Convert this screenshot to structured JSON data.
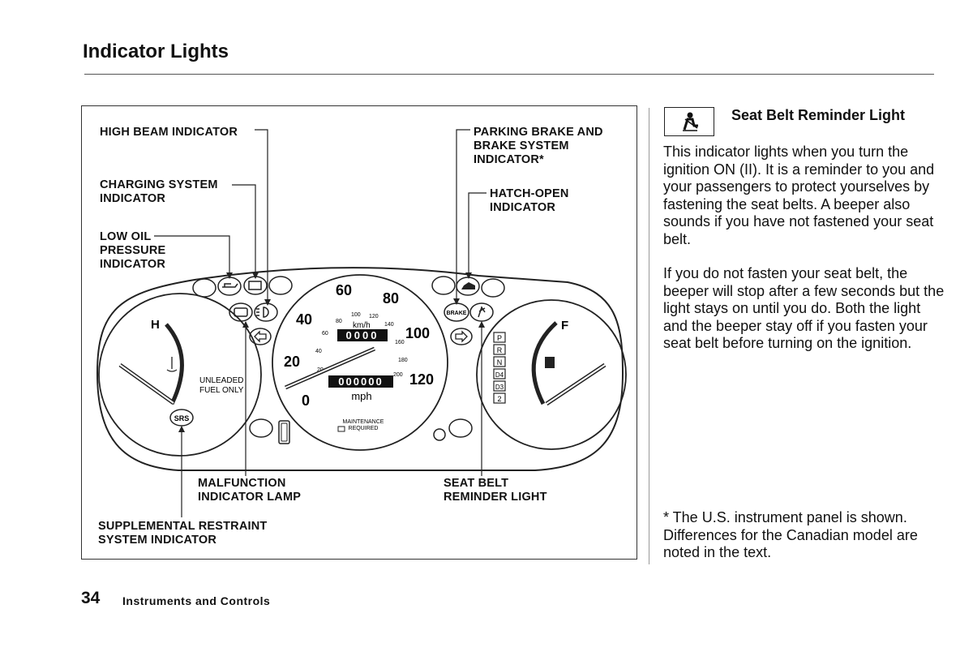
{
  "page": {
    "title": "Indicator Lights",
    "number": "34",
    "section": "Instruments and Controls"
  },
  "callouts": {
    "high_beam": [
      "HIGH BEAM INDICATOR"
    ],
    "charging": [
      "CHARGING SYSTEM",
      "INDICATOR"
    ],
    "low_oil": [
      "LOW OIL",
      "PRESSURE",
      "INDICATOR"
    ],
    "parking_brake": [
      "PARKING BRAKE AND",
      "BRAKE SYSTEM",
      "INDICATOR*"
    ],
    "hatch_open": [
      "HATCH-OPEN",
      "INDICATOR"
    ],
    "malfunction": [
      "MALFUNCTION",
      "INDICATOR LAMP"
    ],
    "seat_belt": [
      "SEAT BELT",
      "REMINDER LIGHT"
    ],
    "srs": [
      "SUPPLEMENTAL RESTRAINT",
      "SYSTEM INDICATOR"
    ]
  },
  "cluster": {
    "temp_hot": "H",
    "fuel_full": "F",
    "fuel_label": [
      "UNLEADED",
      "FUEL ONLY"
    ],
    "srs_label": "SRS",
    "brake_label": "BRAKE",
    "mph_scale": [
      "0",
      "20",
      "40",
      "60",
      "80",
      "100",
      "120"
    ],
    "kmh_scale": [
      "20",
      "40",
      "60",
      "80",
      "100",
      "120",
      "140",
      "160",
      "180",
      "200"
    ],
    "kmh_unit": "km/h",
    "mph_unit": "mph",
    "trip_odometer": "0000",
    "odometer": "000000",
    "maintenance": [
      "MAINTENANCE",
      "REQUIRED"
    ],
    "gears": [
      "P",
      "R",
      "N",
      "D4",
      "D3",
      "2"
    ]
  },
  "section": {
    "heading": "Seat Belt Reminder Light",
    "icon": "seat-belt-icon",
    "paragraphs": [
      "This indicator lights when you turn the ignition ON (II). It is a reminder to you and your passengers to protect yourselves by fastening the seat belts. A beeper also sounds if you have not fastened your seat belt.",
      "If you do not fasten your seat belt, the beeper will stop after a few seconds but the light stays on until you do. Both the light and the beeper stay off if you fasten your seat belt before turning on the ignition."
    ],
    "footnote": "* The U.S. instrument panel is shown. Differences for the Canadian model are noted in the text."
  }
}
